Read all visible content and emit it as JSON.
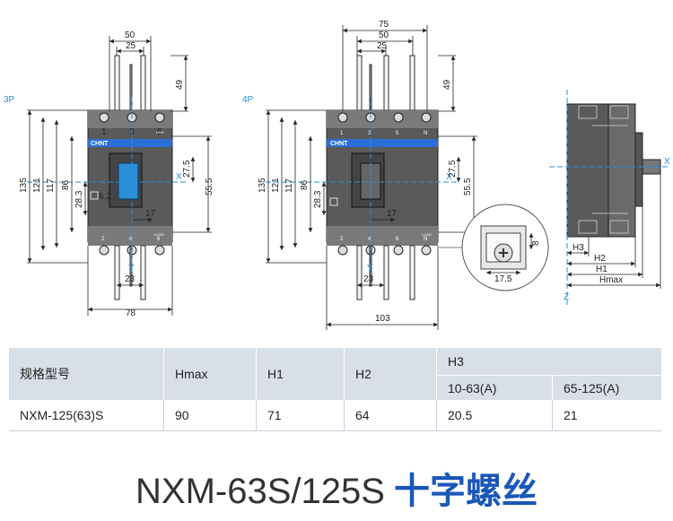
{
  "diagram": {
    "view_3p_label": "3P",
    "view_4p_label": "4P",
    "dims_3p": {
      "top_50": "50",
      "top_25": "25",
      "right_49": "49",
      "left_135": "135",
      "left_121": "121",
      "left_117": "117",
      "left_86": "86",
      "left_28_3": "28.3",
      "screw_6_2": "6.2",
      "right_27_5": "27.5",
      "right_55_5": "55.5",
      "inner_17": "17",
      "bottom_23": "23",
      "bottom_78": "78",
      "axis_x": "X",
      "axis_y": "Y",
      "brand": "CHNT",
      "terminal_top": [
        "1",
        "3",
        "5"
      ],
      "terminal_bottom": [
        "2",
        "4",
        "6"
      ],
      "line_tag": "LINE",
      "load_tag": "LOAD"
    },
    "dims_4p": {
      "top_75": "75",
      "top_50": "50",
      "top_25": "25",
      "right_49": "49",
      "left_135": "135",
      "left_121": "121",
      "left_117": "117",
      "left_86": "86",
      "left_28_3": "28.3",
      "right_27_5": "27.5",
      "right_55_5": "55.5",
      "inner_17": "17",
      "bottom_23": "23",
      "bottom_103": "103",
      "axis_x": "X",
      "axis_y": "Y",
      "brand": "CHNT",
      "terminal_top": [
        "1",
        "3",
        "5",
        "N"
      ],
      "terminal_bottom": [
        "2",
        "4",
        "6",
        "N"
      ],
      "load_tag": "LOAD"
    },
    "detail": {
      "dim_8": "8",
      "dim_17_5": "17.5"
    },
    "side": {
      "axis_x": "X",
      "axis_z": "Z",
      "h3": "H3",
      "h2": "H2",
      "h1": "H1",
      "hmax": "Hmax"
    }
  },
  "table": {
    "col_model": "规格型号",
    "col_hmax": "Hmax",
    "col_h1": "H1",
    "col_h2": "H2",
    "col_h3": "H3",
    "h3_sub_a": "10-63(A)",
    "h3_sub_b": "65-125(A)",
    "row": {
      "model": "NXM-125(63)S",
      "hmax": "90",
      "h1": "71",
      "h2": "64",
      "h3_a": "20.5",
      "h3_b": "21"
    }
  },
  "title": {
    "model": "NXM-63S/125S",
    "suffix": "十字螺丝"
  },
  "colors": {
    "axis": "#2a8fd6",
    "breaker_body": "#5a5a5a",
    "breaker_top": "#7a7a7a",
    "brand_band": "#2a6fd6",
    "handle": "#2a8fd6",
    "table_header": "#d9dfe8",
    "title_blue": "#1a57b8"
  }
}
